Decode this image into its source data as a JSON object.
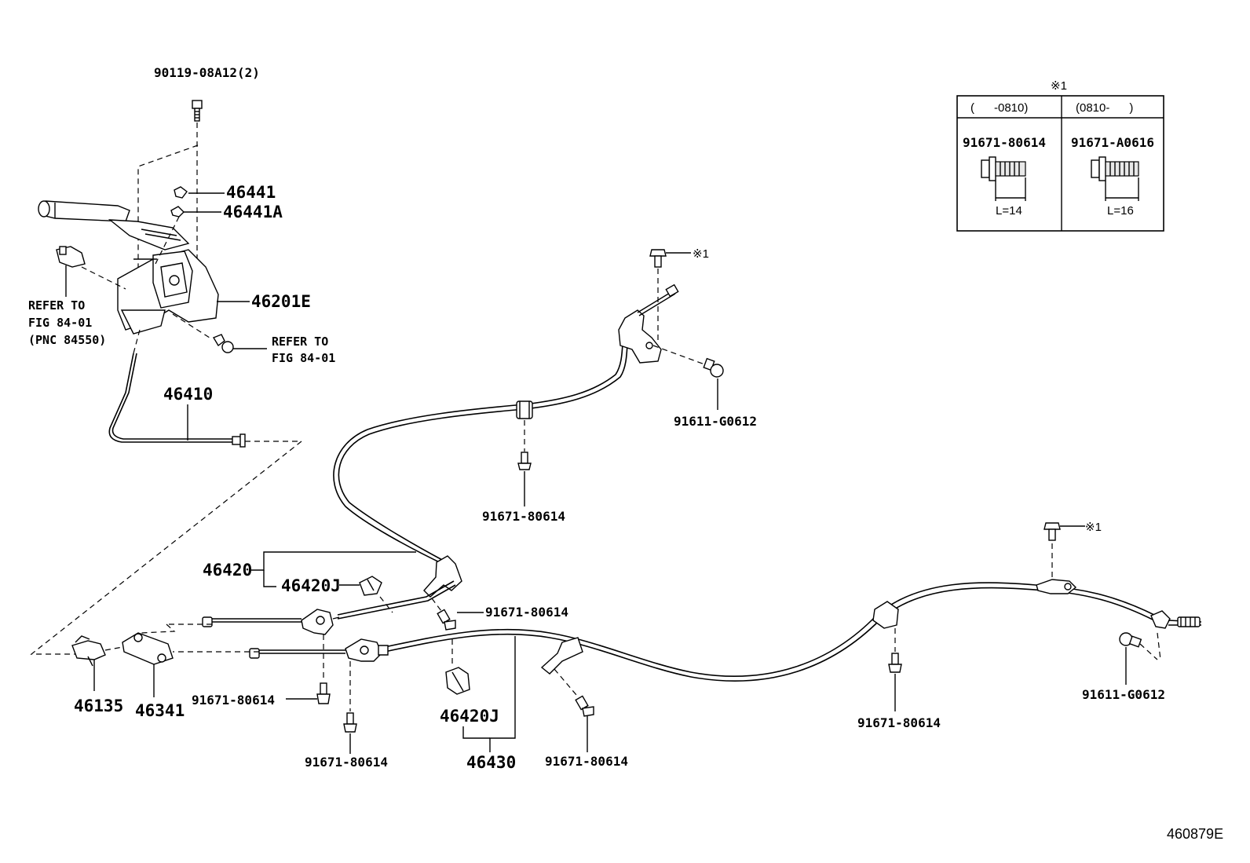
{
  "labels": {
    "p90119": "90119-08A12(2)",
    "p46441": "46441",
    "p46441A": "46441A",
    "p46201E": "46201E",
    "refer1": [
      "REFER TO",
      "FIG 84-01",
      "(PNC 84550)"
    ],
    "refer2": [
      "REFER TO",
      "FIG 84-01"
    ],
    "p46410": "46410",
    "p91611_top": "91611-G0612",
    "p91671_a": "91671-80614",
    "star1_top": "※1",
    "p46420": "46420",
    "p46420J_top": "46420J",
    "p91671_b": "91671-80614",
    "star1_right": "※1",
    "p91611_right": "91611-G0612",
    "p91671_c": "91671-80614",
    "p46135": "46135",
    "p46341": "46341",
    "p91671_d": "91671-80614",
    "p91671_e": "91671-80614",
    "p46420J_bot": "46420J",
    "p46430": "46430",
    "p91671_f": "91671-80614",
    "figure_no": "460879E"
  },
  "table": {
    "note": "※1",
    "col1_header": "(      -0810)",
    "col2_header": "(0810-      )",
    "col1_part": "91671-80614",
    "col2_part": "91671-A0616",
    "col1_length": "L=14",
    "col2_length": "L=16"
  }
}
